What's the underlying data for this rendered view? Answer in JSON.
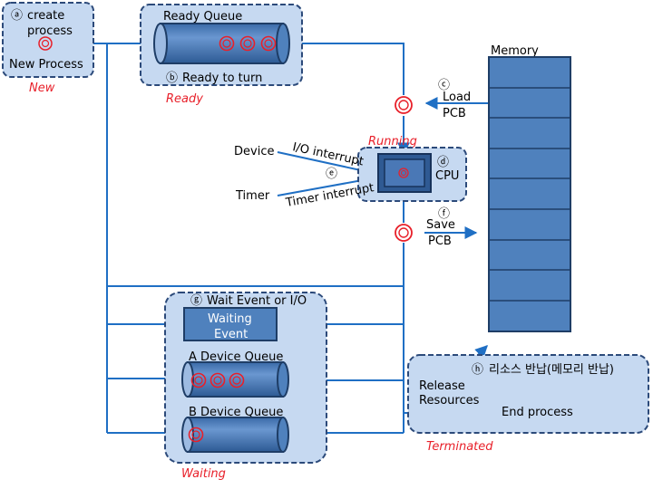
{
  "states": {
    "new": {
      "circle": "ⓐ",
      "line1": "create",
      "line2": "process",
      "line3": "New Process",
      "state": "New"
    },
    "ready": {
      "title": "Ready Queue",
      "circle": "ⓑ",
      "label": "Ready to turn",
      "state": "Ready"
    },
    "running": {
      "state": "Running",
      "circle": "ⓓ",
      "label": "CPU"
    },
    "waiting": {
      "circle": "ⓖ",
      "title": "Wait Event or I/O",
      "event_line1": "Waiting",
      "event_line2": "Event",
      "queue_a": "A Device Queue",
      "queue_b": "B Device Queue",
      "state": "Waiting"
    },
    "terminated": {
      "circle": "ⓗ",
      "title": "리소스 반납(메모리 반납)",
      "release1": "Release",
      "release2": "Resources",
      "end": "End process",
      "state": "Terminated"
    }
  },
  "memory": {
    "title": "Memory"
  },
  "load": {
    "circle": "ⓒ",
    "line1": "Load",
    "line2": "PCB"
  },
  "save": {
    "circle": "ⓕ",
    "line1": "Save",
    "line2": "PCB"
  },
  "interrupts": {
    "circle": "ⓔ",
    "device": "Device",
    "timer": "Timer",
    "io": "I/O interrupt",
    "timer_int": "Timer interrupt"
  },
  "colors": {
    "box_fill": "#c6d9f1",
    "box_border": "#2c4a7a",
    "queue": "#4f81bd",
    "line": "#1f6fc4",
    "accent": "#e8202a"
  }
}
